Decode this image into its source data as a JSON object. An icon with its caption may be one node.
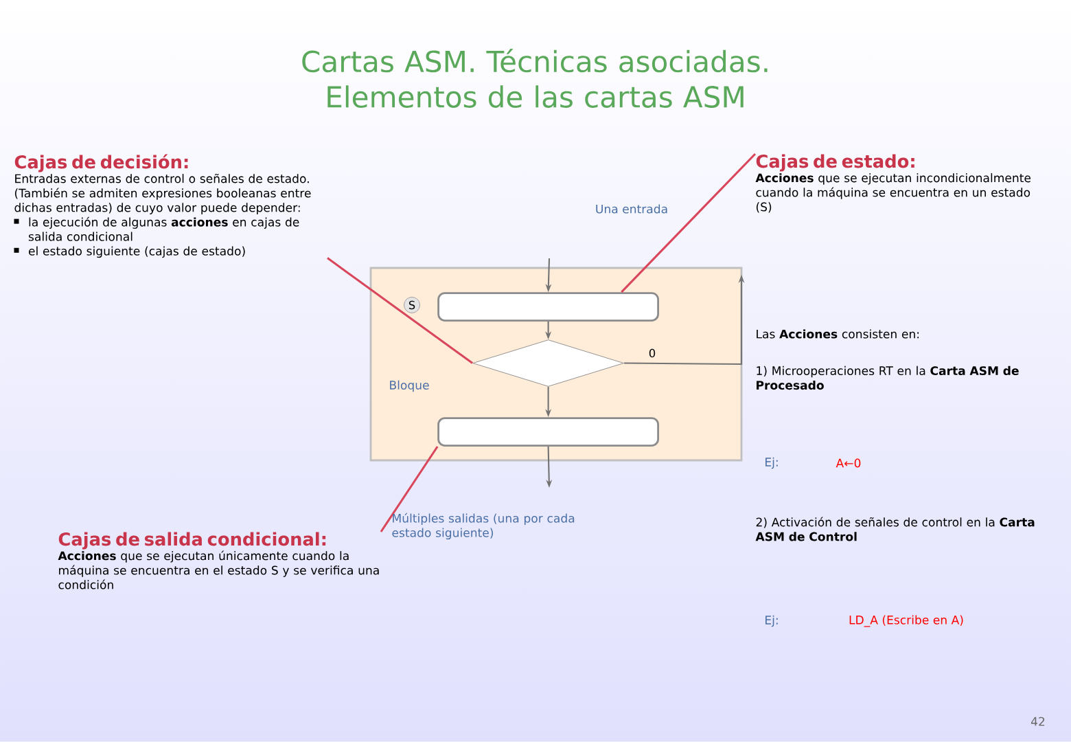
{
  "diagram": {
    "title": "Cartas ASM. Técnicas asociadas. Elementos de las cartas ASM",
    "nodes": [
      {
        "text": [
          "Cajas de decisión:",
          "Entradas externas de control o señales de estado. (También se admiten expresiones booleanas entre dichas entradas) de cuyo valor puede depender:",
          "la ejecución de algunas **acciones** en cajas de salida condicional",
          "el estado siguiente (cajas de estado)"
        ]
      },
      {
        "text": [
          "Cajas de estado:",
          "**Acciones** que se ejecutan incondicionalmente cuando la máquina se encuentra en un estado (S)"
        ]
      },
      {
        "text": [
          "Cajas de salida condicional:",
          "**Acciones** que se ejecutan únicamente cuando la máquina se encuentra en el estado S y se verifica una condición"
        ]
      },
      {
        "text": [],
        "shape": "box"
      },
      {
        "text": [],
        "shape": "box",
        "in": 3,
        "beside": [
          "S"
        ]
      },
      {
        "text": [],
        "shape": "diamond",
        "in": 3
      },
      {
        "text": [],
        "shape": "box",
        "in": 3
      }
    ],
    "edges": [
      {
        "from": null,
        "to": 4,
        "arrow": "to"
      },
      {
        "from": 4,
        "to": 5,
        "arrow": "to"
      },
      {
        "from": 5,
        "to": 6,
        "arrow": "to"
      },
      {
        "from": 5,
        "to": null,
        "arrow": "to",
        "label": "0"
      },
      {
        "from": 6,
        "to": null,
        "arrow": "to"
      },
      {
        "from": 0,
        "to": 5,
        "arrow": "none",
        "color": "#d9455a"
      },
      {
        "from": 1,
        "to": 4,
        "arrow": "none",
        "color": "#d9455a"
      },
      {
        "from": 2,
        "to": 6,
        "arrow": "none",
        "color": "#d9455a"
      }
    ],
    "labels": [
      "Una entrada",
      "Bloque",
      "Múltiples salidas (una por cada estado siguiente)",
      "Las **Acciones** consisten en:",
      "1) Microoperaciones RT en la **Carta ASM de Procesado**",
      "Ej:",
      "A←0",
      "2) Activación de señales de control en la **Carta ASM de Control**",
      "Ej:",
      "LD_A (Escribe en A)",
      "42"
    ]
  }
}
